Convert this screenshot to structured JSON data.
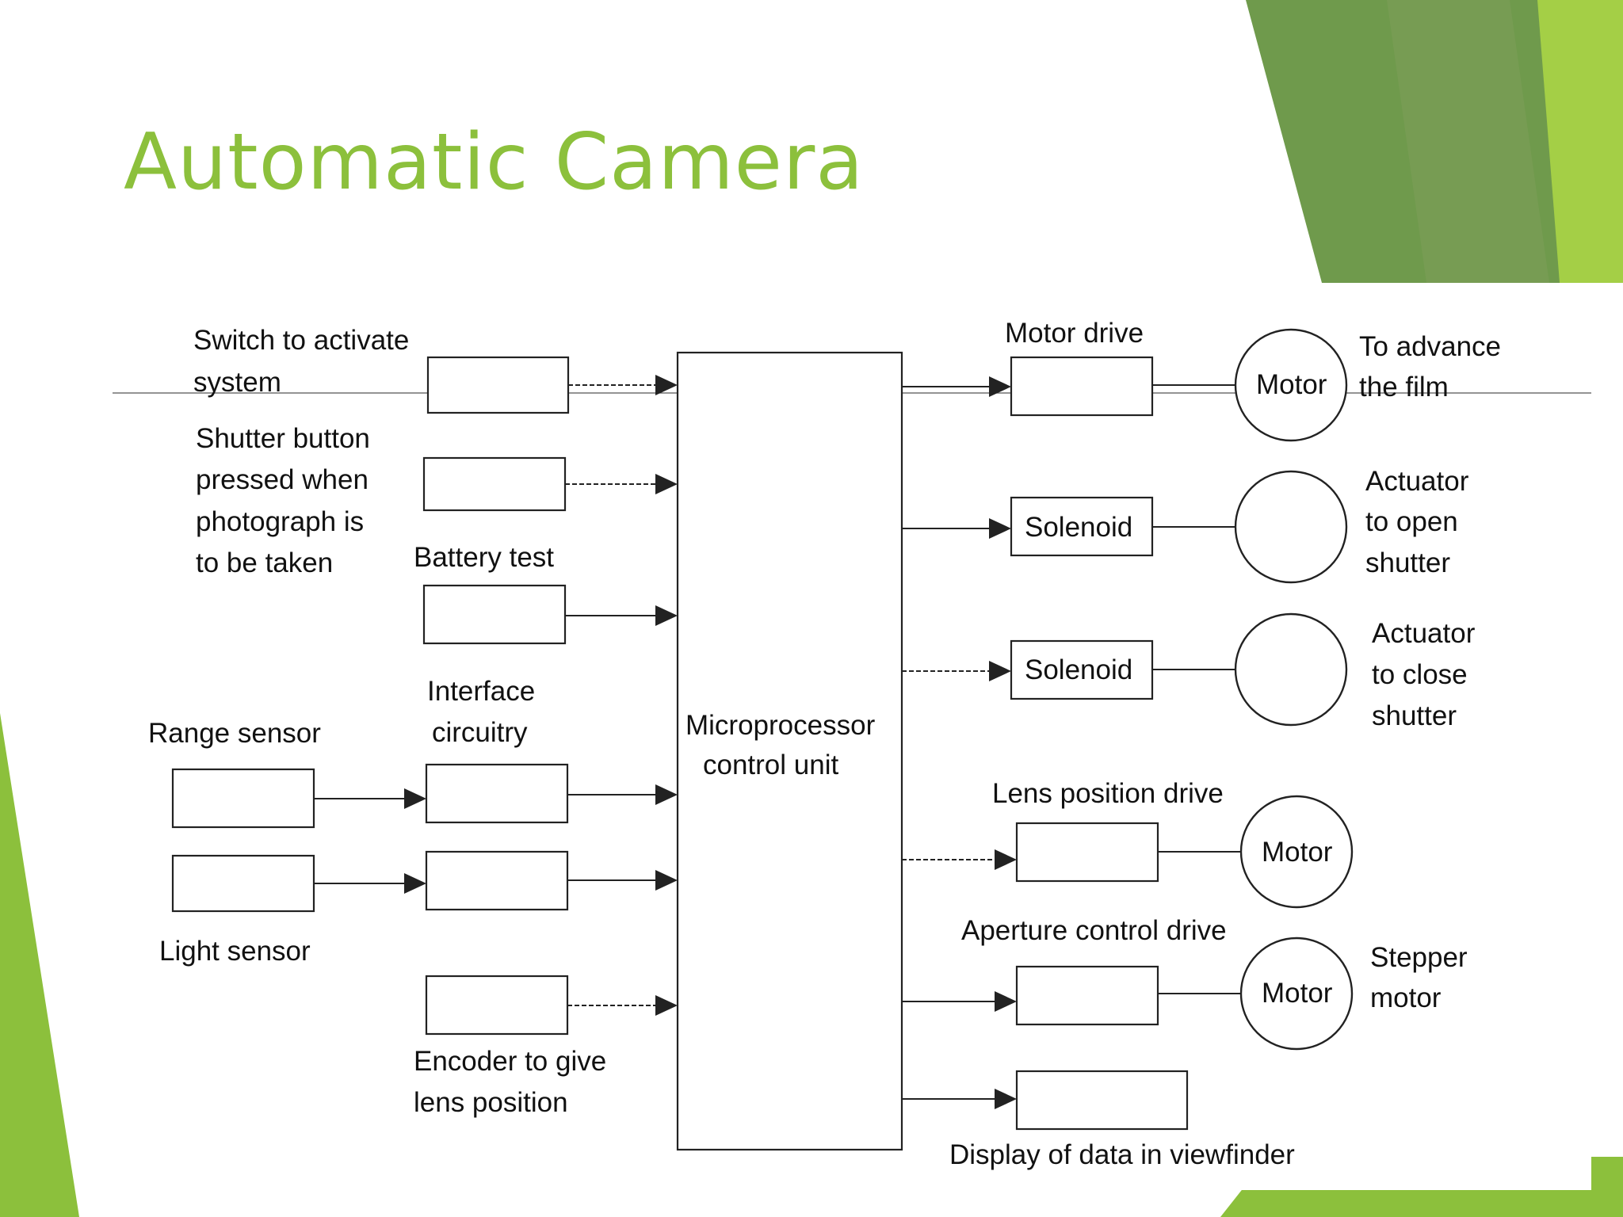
{
  "slide": {
    "title": "Automatic Camera",
    "colors": {
      "accent_green": "#8cc03c",
      "dark_green": "#6f9a4c",
      "light_green": "#a4cf46",
      "title_color": "#8cc03c"
    }
  },
  "diagram": {
    "central_unit": [
      "Microprocessor",
      "control unit"
    ],
    "inputs": {
      "switch": [
        "Switch to activate",
        "system"
      ],
      "shutter_button": [
        "Shutter button",
        "pressed when",
        "photograph is",
        "to be taken"
      ],
      "battery_test": "Battery test",
      "interface": [
        "Interface",
        "circuitry"
      ],
      "range_sensor": "Range sensor",
      "light_sensor": "Light sensor",
      "encoder": [
        "Encoder to give",
        "lens position"
      ]
    },
    "outputs": {
      "motor_drive": "Motor drive",
      "motor_label": "Motor",
      "advance_film": [
        "To advance",
        "the film"
      ],
      "solenoid_label": "Solenoid",
      "actuator_open": [
        "Actuator",
        "to open",
        "shutter"
      ],
      "actuator_close": [
        "Actuator",
        "to close",
        "shutter"
      ],
      "lens_position_drive": "Lens position drive",
      "aperture_control_drive": "Aperture control drive",
      "stepper_motor": [
        "Stepper",
        "motor"
      ],
      "display": "Display of data in viewfinder"
    }
  }
}
